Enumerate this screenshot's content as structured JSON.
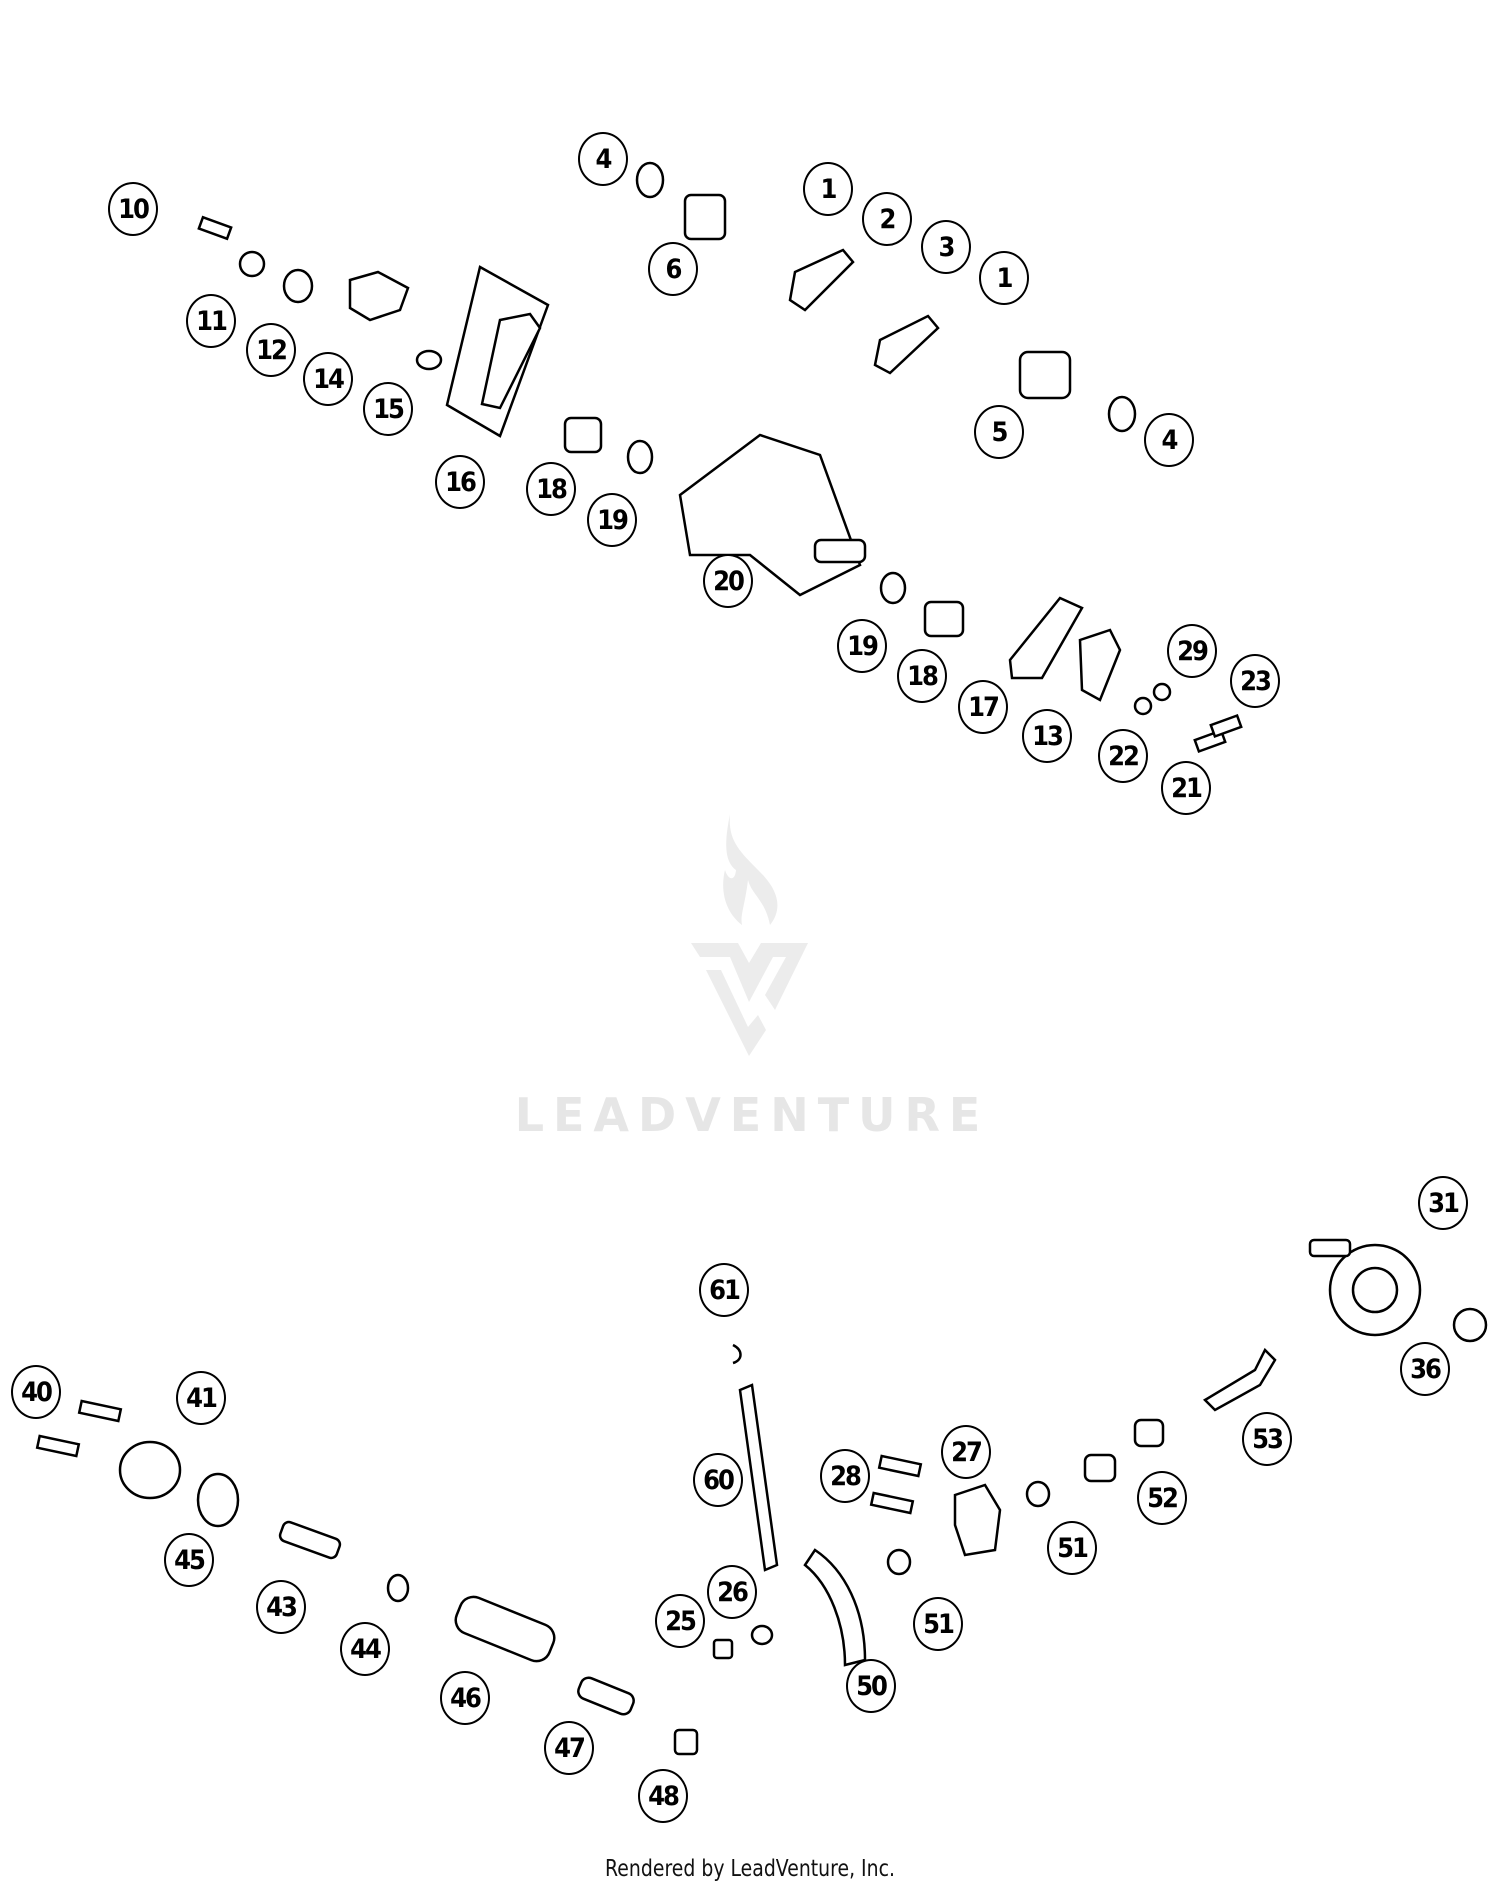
{
  "diagram": {
    "callouts": [
      "4",
      "1",
      "2",
      "3",
      "1",
      "6",
      "10",
      "11",
      "12",
      "14",
      "15",
      "16",
      "18",
      "19",
      "5",
      "4",
      "20",
      "19",
      "18",
      "17",
      "13",
      "29",
      "23",
      "22",
      "21",
      "31",
      "36",
      "61",
      "40",
      "41",
      "60",
      "28",
      "27",
      "53",
      "52",
      "51",
      "45",
      "43",
      "26",
      "25",
      "51",
      "44",
      "46",
      "50",
      "47",
      "48"
    ]
  },
  "watermark": {
    "text": "LEADVENTURE",
    "color": "#e6e6e6"
  },
  "footer": {
    "text": "Rendered by LeadVenture, Inc."
  }
}
